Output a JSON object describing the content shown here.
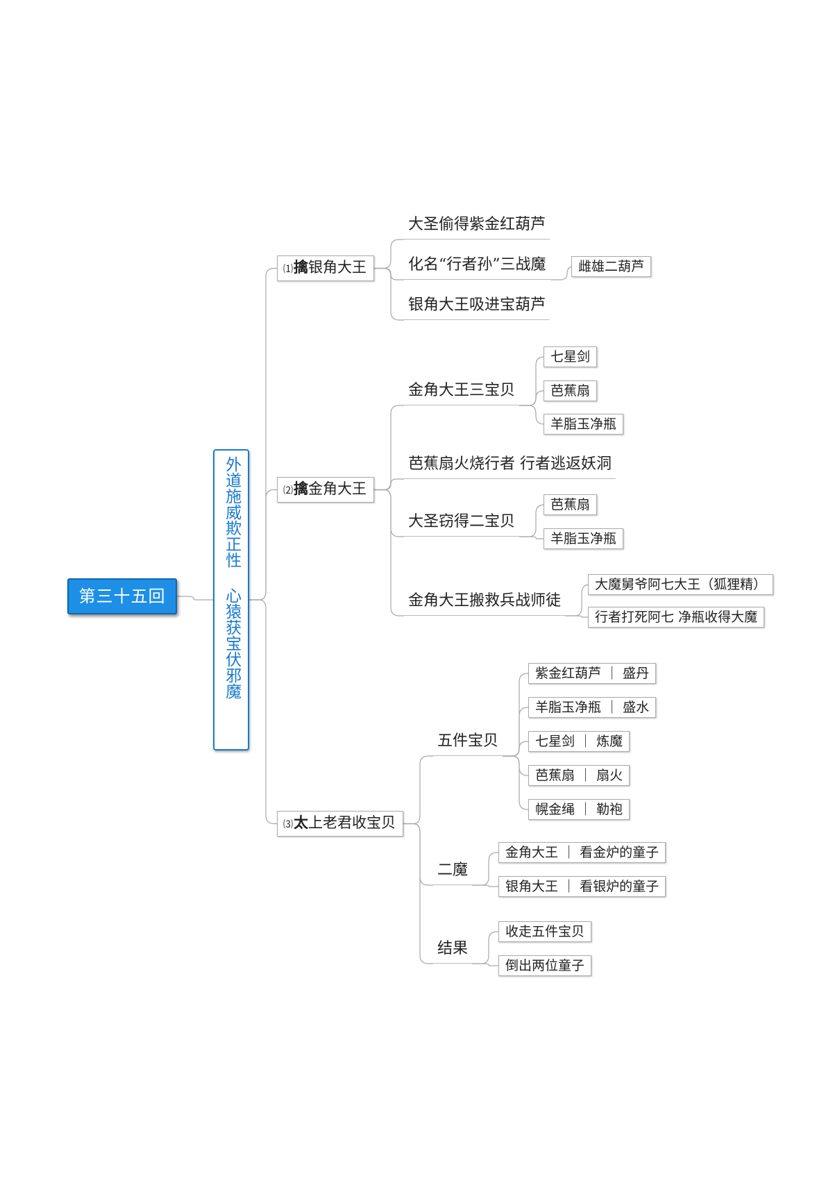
{
  "root": {
    "label": "第三十五回"
  },
  "theme": {
    "part1": "外道施威欺正性",
    "part2": "心猿获宝伏邪魔"
  },
  "branches": [
    {
      "num": "⑴",
      "first": "擒",
      "rest": "银角大王",
      "children": [
        {
          "label": "大圣偷得紫金红葫芦"
        },
        {
          "label": "化名“行者孙”三战魔",
          "children": [
            "雌雄二葫芦"
          ]
        },
        {
          "label": "银角大王吸进宝葫芦"
        }
      ]
    },
    {
      "num": "⑵",
      "first": "擒",
      "rest": "金角大王",
      "children": [
        {
          "label": "金角大王三宝贝",
          "children": [
            "七星剑",
            "芭蕉扇",
            "羊脂玉净瓶"
          ]
        },
        {
          "label": "芭蕉扇火烧行者 行者逃返妖洞"
        },
        {
          "label": "大圣窃得二宝贝",
          "children": [
            "芭蕉扇",
            "羊脂玉净瓶"
          ]
        },
        {
          "label": "金角大王搬救兵战师徒",
          "children": [
            "大魔舅爷阿七大王（狐狸精）",
            "行者打死阿七 净瓶收得大魔"
          ]
        }
      ]
    },
    {
      "num": "⑶",
      "first": "太",
      "rest": "上老君收宝贝",
      "children": [
        {
          "label": "五件宝贝",
          "children": [
            "紫金红葫芦 ｜ 盛丹",
            "羊脂玉净瓶 ｜ 盛水",
            "七星剑 ｜ 炼魔",
            "芭蕉扇 ｜ 扇火",
            "幌金绳 ｜ 勒袍"
          ]
        },
        {
          "label": "二魔",
          "children": [
            "金角大王 ｜ 看金炉的童子",
            "银角大王 ｜ 看银炉的童子"
          ]
        },
        {
          "label": "结果",
          "children": [
            "收走五件宝贝",
            "倒出两位童子"
          ]
        }
      ]
    }
  ]
}
